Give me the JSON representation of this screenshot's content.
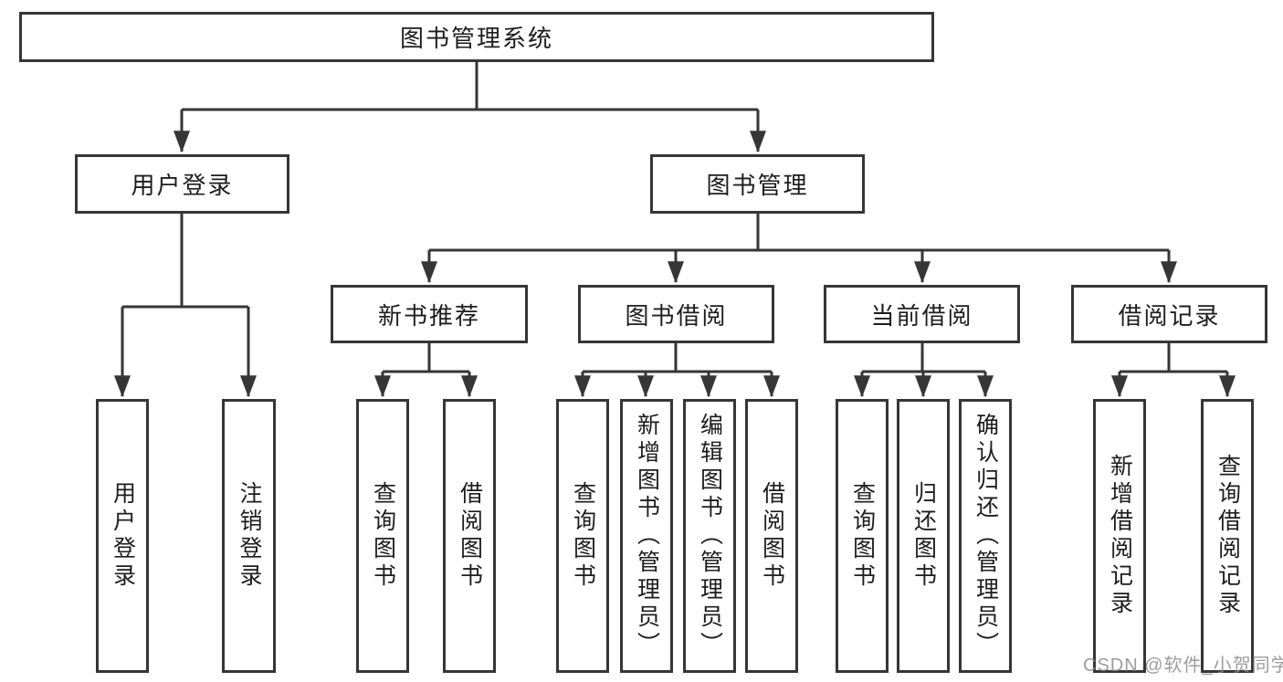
{
  "tree": {
    "label": "图书管理系统",
    "children": [
      {
        "label": "用户登录",
        "children": [
          {
            "label": "用户登录"
          },
          {
            "label": "注销登录"
          }
        ]
      },
      {
        "label": "图书管理",
        "children": [
          {
            "label": "新书推荐",
            "children": [
              {
                "label": "查询图书"
              },
              {
                "label": "借阅图书"
              }
            ]
          },
          {
            "label": "图书借阅",
            "children": [
              {
                "label": "查询图书"
              },
              {
                "label": "新增图书（管理员）"
              },
              {
                "label": "编辑图书（管理员）"
              },
              {
                "label": "借阅图书"
              }
            ]
          },
          {
            "label": "当前借阅",
            "children": [
              {
                "label": "查询图书"
              },
              {
                "label": "归还图书"
              },
              {
                "label": "确认归还（管理员）"
              }
            ]
          },
          {
            "label": "借阅记录",
            "children": [
              {
                "label": "新增借阅记录"
              },
              {
                "label": "查询借阅记录"
              }
            ]
          }
        ]
      }
    ]
  },
  "watermark": {
    "text": "CSDN @软件_小贺同学"
  },
  "colors": {
    "line": "#363636",
    "text": "#1d1d1d",
    "background": "#ffffff",
    "watermark": "#8c8c8c"
  }
}
